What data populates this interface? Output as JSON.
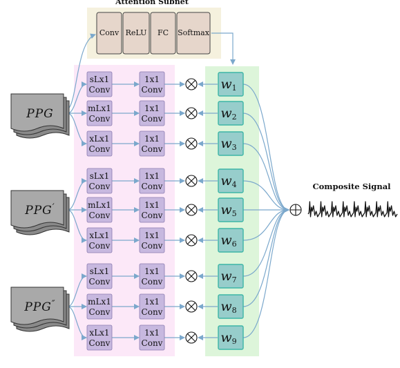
{
  "attention": {
    "title": "Attention Subnet",
    "blocks": [
      "Conv",
      "ReLU",
      "FC",
      "Softmax"
    ]
  },
  "inputs": [
    {
      "base": "PPG",
      "prime": ""
    },
    {
      "base": "PPG",
      "prime": "′"
    },
    {
      "base": "PPG",
      "prime": "″"
    }
  ],
  "branches": [
    {
      "conv1": [
        "sLx1",
        "Conv"
      ],
      "conv2": [
        "1x1",
        "Conv"
      ],
      "weight_sub": "1"
    },
    {
      "conv1": [
        "mLx1",
        "Conv"
      ],
      "conv2": [
        "1x1",
        "Conv"
      ],
      "weight_sub": "2"
    },
    {
      "conv1": [
        "xLx1",
        "Conv"
      ],
      "conv2": [
        "1x1",
        "Conv"
      ],
      "weight_sub": "3"
    },
    {
      "conv1": [
        "sLx1",
        "Conv"
      ],
      "conv2": [
        "1x1",
        "Conv"
      ],
      "weight_sub": "4"
    },
    {
      "conv1": [
        "mLx1",
        "Conv"
      ],
      "conv2": [
        "1x1",
        "Conv"
      ],
      "weight_sub": "5"
    },
    {
      "conv1": [
        "xLx1",
        "Conv"
      ],
      "conv2": [
        "1x1",
        "Conv"
      ],
      "weight_sub": "6"
    },
    {
      "conv1": [
        "sLx1",
        "Conv"
      ],
      "conv2": [
        "1x1",
        "Conv"
      ],
      "weight_sub": "7"
    },
    {
      "conv1": [
        "mLx1",
        "Conv"
      ],
      "conv2": [
        "1x1",
        "Conv"
      ],
      "weight_sub": "8"
    },
    {
      "conv1": [
        "xLx1",
        "Conv"
      ],
      "conv2": [
        "1x1",
        "Conv"
      ],
      "weight_sub": "9"
    }
  ],
  "weight_symbol": "w",
  "multiply_symbol": "⊗",
  "sum_symbol": "⊕",
  "output": {
    "label": "Composite Signal"
  },
  "colors": {
    "attention_bg": "#f5f1de",
    "attention_block": "#e6d6cb",
    "branch_bg": "#fce8f8",
    "conv_block": "#c7b8df",
    "weight_bg": "#ddf5da",
    "weight_block": "#97cdcb",
    "weight_border": "#3cb5a6",
    "arrow": "#7ba8cc",
    "doc_fill": "#8a8a8a"
  }
}
